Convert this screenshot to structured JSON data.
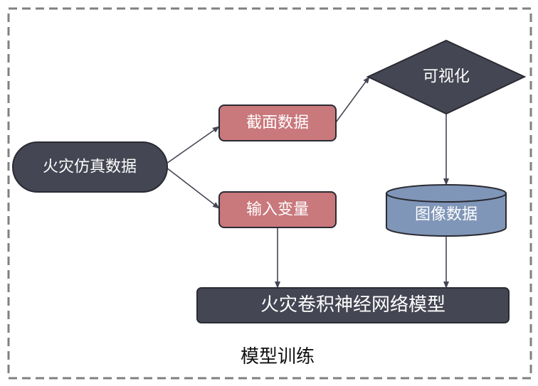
{
  "nodes": {
    "source": {
      "label": "火灾仿真数据"
    },
    "section_data": {
      "label": "截面数据"
    },
    "input_vars": {
      "label": "输入变量"
    },
    "visualize": {
      "label": "可视化"
    },
    "image_data": {
      "label": "图像数据"
    },
    "model": {
      "label": "火灾卷积神经网络模型"
    }
  },
  "frame": {
    "caption": "模型训练"
  },
  "colors": {
    "dark_node": "#444653",
    "red_node": "#c9787c",
    "blue_node": "#8096b8",
    "arrow": "#444653",
    "frame_border": "#808080"
  }
}
